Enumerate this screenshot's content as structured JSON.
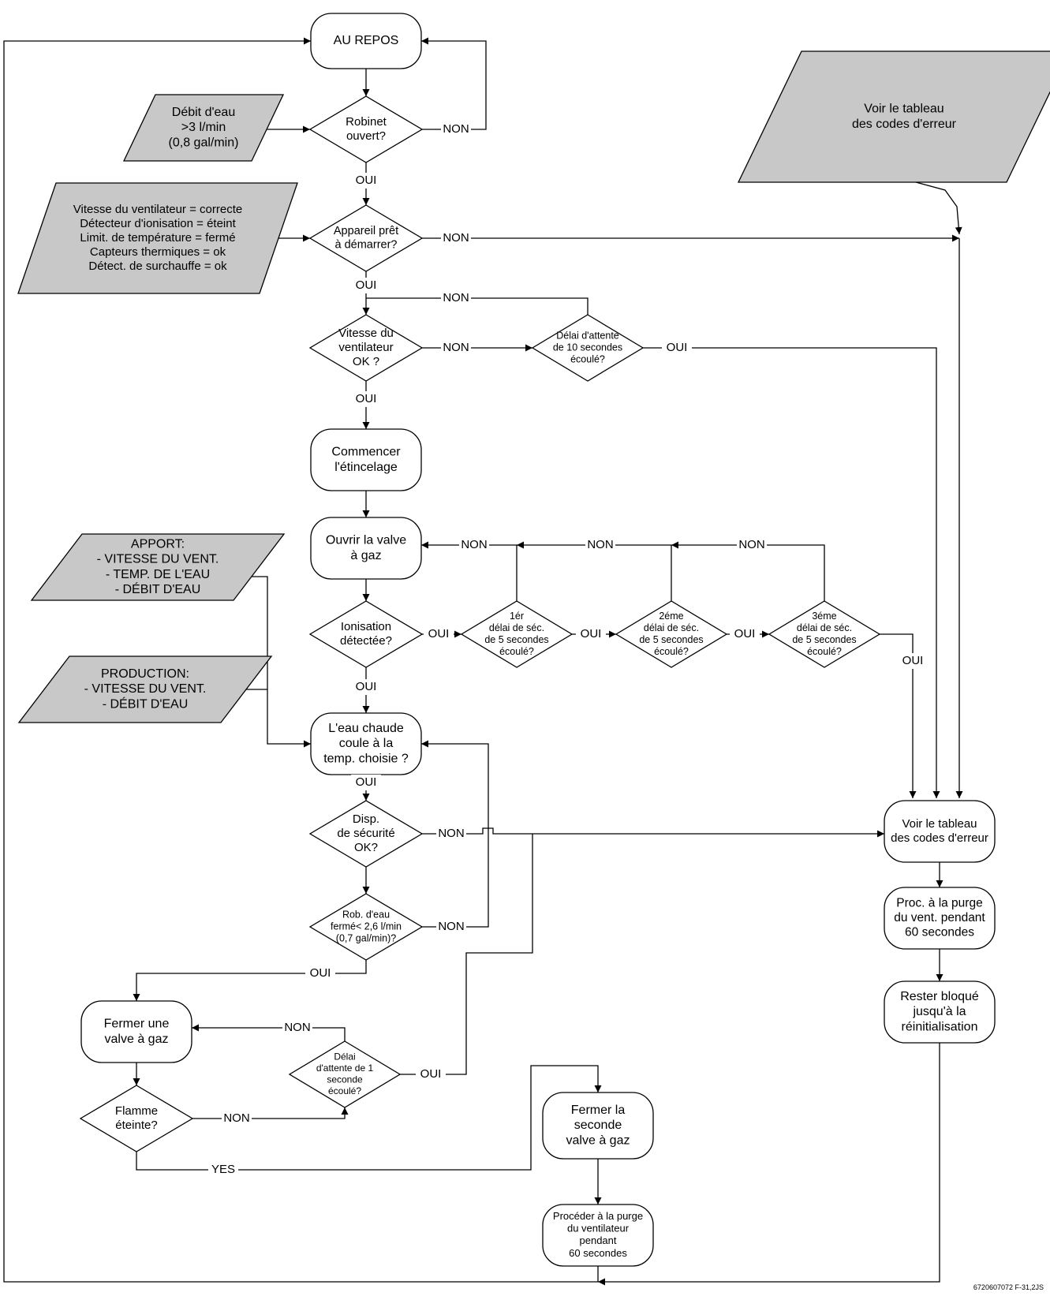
{
  "nodes": [
    {
      "id": "repos",
      "shape": "terminal",
      "lines": [
        "AU REPOS"
      ]
    },
    {
      "id": "robinet",
      "shape": "decision",
      "lines": [
        "Robinet",
        "ouvert?"
      ]
    },
    {
      "id": "debit",
      "shape": "data",
      "lines": [
        "Débit d'eau",
        ">3 l/min",
        "(0,8 gal/min)"
      ]
    },
    {
      "id": "cond",
      "shape": "data",
      "lines": [
        "Vitesse du ventilateur = correcte",
        "Détecteur d'ionisation = éteint",
        "Limit. de température = fermé",
        "Capteurs thermiques = ok",
        "Détect. de surchauffe = ok"
      ]
    },
    {
      "id": "pret",
      "shape": "decision",
      "lines": [
        "Appareil prêt",
        "à démarrer?"
      ]
    },
    {
      "id": "voir_top",
      "shape": "data",
      "lines": [
        "Voir le tableau",
        "des codes d'erreur"
      ]
    },
    {
      "id": "vitesse",
      "shape": "decision",
      "lines": [
        "Vitesse du",
        "ventilateur",
        "OK ?"
      ]
    },
    {
      "id": "delai10",
      "shape": "decision",
      "lines": [
        "Délai d'attente",
        "de 10 secondes",
        "écoulé?"
      ]
    },
    {
      "id": "etincelage",
      "shape": "terminal",
      "lines": [
        "Commencer",
        "l'étincelage"
      ]
    },
    {
      "id": "ouvrir",
      "shape": "terminal",
      "lines": [
        "Ouvrir la valve",
        "à gaz"
      ]
    },
    {
      "id": "apport",
      "shape": "data",
      "lines": [
        "APPORT:",
        "- VITESSE DU VENT.",
        "- TEMP. DE L'EAU",
        "- DÉBIT D'EAU"
      ]
    },
    {
      "id": "ionisation",
      "shape": "decision",
      "lines": [
        "Ionisation",
        "détectée?"
      ]
    },
    {
      "id": "d1",
      "shape": "decision",
      "lines": [
        "1ér",
        "délai de séc.",
        "de 5 secondes",
        "écoulé?"
      ]
    },
    {
      "id": "d2",
      "shape": "decision",
      "lines": [
        "2éme",
        "délai de séc.",
        "de 5 secondes",
        "écoulé?"
      ]
    },
    {
      "id": "d3",
      "shape": "decision",
      "lines": [
        "3éme",
        "délai de séc.",
        "de 5 secondes",
        "écoulé?"
      ]
    },
    {
      "id": "production",
      "shape": "data",
      "lines": [
        "PRODUCTION:",
        "- VITESSE DU VENT.",
        "- DÉBIT D'EAU"
      ]
    },
    {
      "id": "eauchaude",
      "shape": "terminal",
      "lines": [
        "L'eau chaude",
        "coule à la",
        "temp. choisie ?"
      ]
    },
    {
      "id": "disp",
      "shape": "decision",
      "lines": [
        "Disp.",
        "de sécurité",
        "OK?"
      ]
    },
    {
      "id": "voir_err",
      "shape": "terminal",
      "lines": [
        "Voir le tableau",
        "des codes d'erreur"
      ]
    },
    {
      "id": "purge1",
      "shape": "terminal",
      "lines": [
        "Proc. à la purge",
        "du vent. pendant",
        "60 secondes"
      ]
    },
    {
      "id": "rob",
      "shape": "decision",
      "lines": [
        "Rob. d'eau",
        "fermé< 2,6 l/min",
        "(0,7 gal/min)?"
      ]
    },
    {
      "id": "bloque",
      "shape": "terminal",
      "lines": [
        "Rester bloqué",
        "jusqu'à la",
        "réinitialisation"
      ]
    },
    {
      "id": "fermer1",
      "shape": "terminal",
      "lines": [
        "Fermer une",
        "valve à gaz"
      ]
    },
    {
      "id": "delai1",
      "shape": "decision",
      "lines": [
        "Délai",
        "d'attente de 1",
        "seconde",
        "écoulé?"
      ]
    },
    {
      "id": "flamme",
      "shape": "decision",
      "lines": [
        "Flamme",
        "éteinte?"
      ]
    },
    {
      "id": "fermer2",
      "shape": "terminal",
      "lines": [
        "Fermer la",
        "seconde",
        "valve à gaz"
      ]
    },
    {
      "id": "purge2",
      "shape": "terminal",
      "lines": [
        "Procéder à la purge",
        "du ventilateur",
        "pendant",
        "60 secondes"
      ]
    }
  ],
  "labels": {
    "oui": "OUI",
    "non": "NON",
    "yes": "YES"
  },
  "figure_ref": "6720607072 F-31,2JS",
  "colors": {
    "data_fill": "#c8c8c8",
    "box_fill": "#ffffff",
    "line": "#000000"
  }
}
